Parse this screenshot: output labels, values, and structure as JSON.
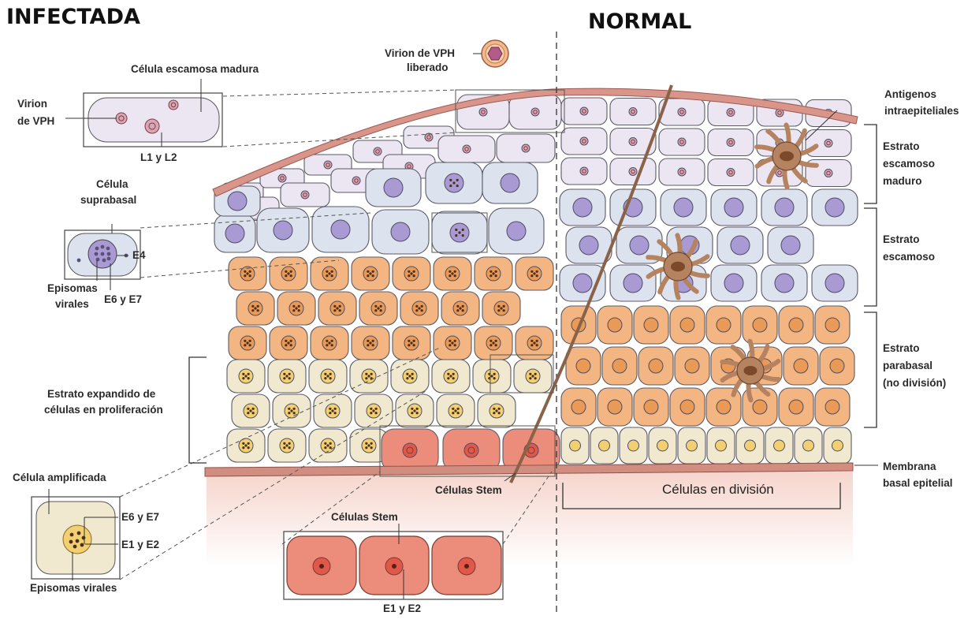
{
  "headers": {
    "infected": "INFECTADA",
    "normal": "NORMAL"
  },
  "labels": {
    "virion_released": [
      "Virion de VPH",
      "liberado"
    ],
    "mature_squamous_cell": "Célula escamosa madura",
    "virion_vph": [
      "Virion",
      "de VPH"
    ],
    "l1_l2": "L1 y L2",
    "suprabasal_cell": [
      "Célula",
      "suprabasal"
    ],
    "e4": "E4",
    "viral_episomes": [
      "Episomas",
      "virales"
    ],
    "e6_e7_suprabasal": "E6 y E7",
    "expanded_stratum": [
      "Estrato expandido de",
      "células en proliferación"
    ],
    "amplified_cell": "Célula amplificada",
    "e6_e7_amplified": "E6 y E7",
    "e1_e2_amplified": "E1 y E2",
    "viral_episomes_amplified": "Episomas virales",
    "stem_cells_bottom": "Células Stem",
    "stem_cells_zoom": "Células Stem",
    "e1_e2_stem": "E1 y E2",
    "dividing_cells": "Células en división",
    "intraepithelial_antigens": [
      "Antigenos",
      "intraepiteliales"
    ],
    "mature_squamous_stratum": [
      "Estrato",
      "escamoso",
      "maduro"
    ],
    "squamous_stratum": [
      "Estrato",
      "escamoso"
    ],
    "parabasal_stratum": [
      "Estrato",
      "parabasal",
      "(no división)"
    ],
    "basal_membrane": [
      "Membrana",
      "basal epitelial"
    ]
  },
  "colors": {
    "membrane": "#d99484",
    "mature_cell": "#ece6f2",
    "squamous_cell": "#dde2ef",
    "parabasal_cell": "#f3b683",
    "proliferating_cell": "#f1e8d0",
    "stem_cell": "#ec8d7c",
    "nucleus_purple": "#a99ad3",
    "nucleus_orange": "#e99a56",
    "nucleus_yellow": "#f2d072",
    "dendritic_cell": "#b5835f"
  }
}
